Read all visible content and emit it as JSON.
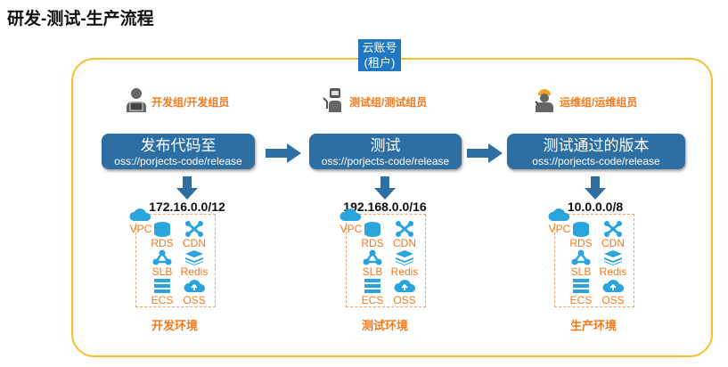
{
  "title": "研发-测试-生产流程",
  "account_label": [
    "云账号",
    "(租户)"
  ],
  "columns": [
    {
      "role": "开发组/开发组员",
      "step": "发布代码至",
      "path": "oss://porjects-code/release",
      "cidr": "172.16.0.0/12",
      "env": "开发环境"
    },
    {
      "role": "测试组/测试组员",
      "step": "测试",
      "path": "oss://porjects-code/release",
      "cidr": "192.168.0.0/16",
      "env": "测试环境"
    },
    {
      "role": "运维组/运维组员",
      "step": "测试通过的版本",
      "path": "oss://porjects-code/release",
      "cidr": "10.0.0.0/8",
      "env": "生产环境"
    }
  ],
  "services": {
    "vpc": "VPC",
    "rds": "RDS",
    "cdn": "CDN",
    "slb": "SLB",
    "redis": "Redis",
    "ecs": "ECS",
    "oss": "OSS"
  },
  "colors": {
    "frame": "#f5c02c",
    "box": "#2d6fa3",
    "accent": "#f07a1c",
    "icon": "#2aa4dc"
  }
}
